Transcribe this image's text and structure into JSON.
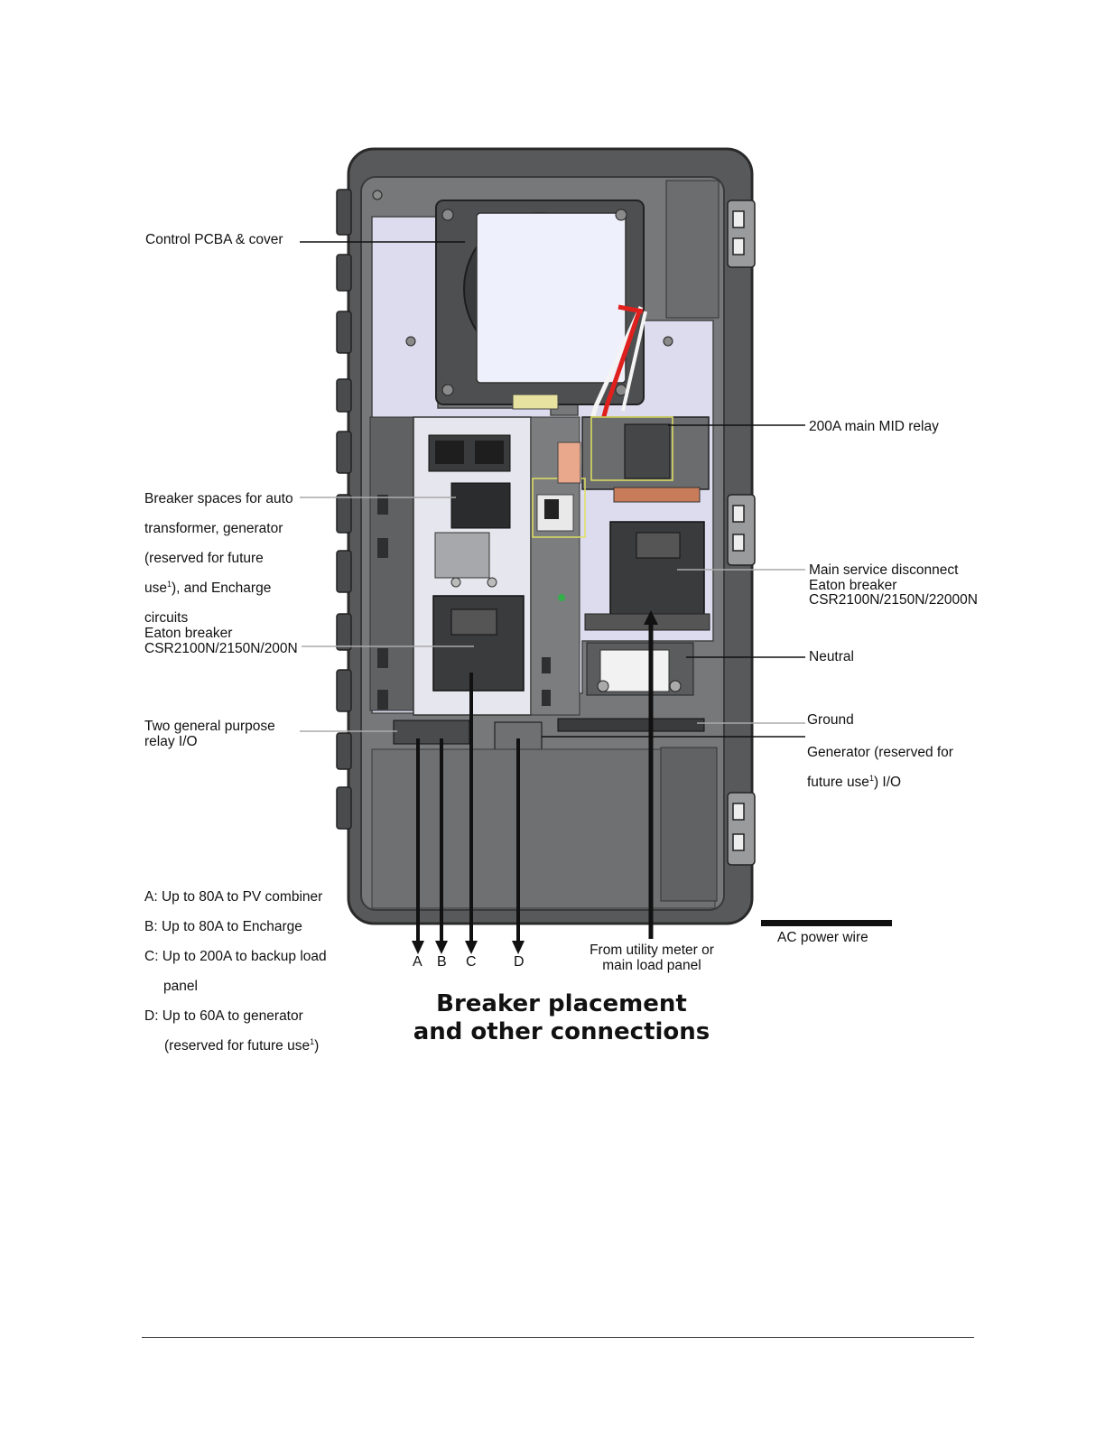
{
  "labels": {
    "control_pcba": "Control PCBA & cover",
    "breaker_spaces": [
      {
        "text": "Breaker spaces for auto"
      },
      {
        "text": "transformer, generator"
      },
      {
        "text": "(reserved for future"
      },
      {
        "text": "use",
        "sup": "1",
        "tail": "), and Encharge"
      },
      {
        "text": "circuits"
      }
    ],
    "eaton_breaker": "Eaton breaker\nCSR2100N/2150N/200N",
    "relay_io": "Two general purpose\nrelay I/O",
    "mid_relay": "200A main MID relay",
    "main_service": "Main service disconnect\nEaton breaker\nCSR2100N/2150N/22000N",
    "neutral": "Neutral",
    "ground": "Ground",
    "generator_io_1": "Generator (reserved for",
    "generator_io_2_pre": "future use",
    "generator_io_2_sup": "1",
    "generator_io_2_post": ") I/O",
    "legend_a": "A: Up to 80A to PV combiner",
    "legend_b": "B: Up to 80A to Encharge",
    "legend_c1": "C: Up to 200A to backup load",
    "legend_c2": "panel",
    "legend_d1": "D: Up to 60A to generator",
    "legend_d2_pre": "(reserved for future use",
    "legend_d2_sup": "1",
    "legend_d2_post": ")",
    "from_utility": "From utility meter or\nmain load panel",
    "ac_power_wire": "AC power wire"
  },
  "arrow_letters": [
    "A",
    "B",
    "C",
    "D"
  ],
  "caption": "Breaker placement\nand other connections",
  "colors": {
    "enclosure": "#5a5c5e",
    "plate": "#d8d8ee",
    "wire_red": "#e0201c",
    "wire_white": "#f4f4f4",
    "accent_green": "#33b04a"
  }
}
